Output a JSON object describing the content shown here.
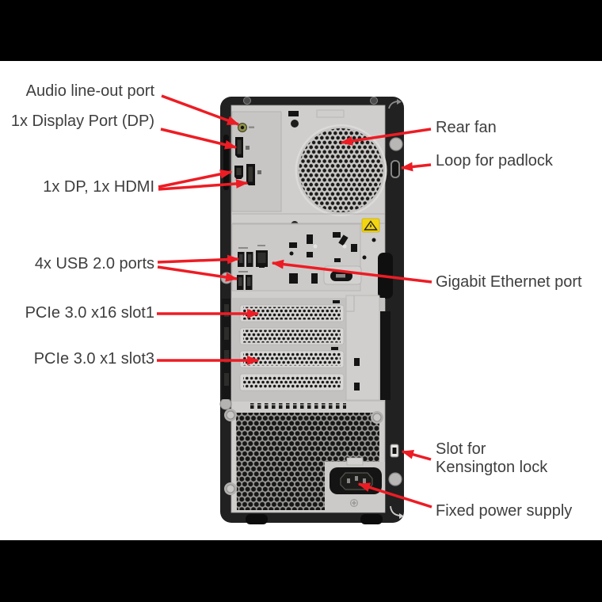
{
  "figure": {
    "description": "Rear view of a tower desktop computer with annotated ports",
    "accent_color": "#ed1c24",
    "warning_color": "#f2d411",
    "case_color": "#212121",
    "panel_color": "#cfcecc"
  },
  "labels": {
    "left": [
      {
        "text": "Audio line-out port"
      },
      {
        "text": "1x Display Port (DP)"
      },
      {
        "text": "1x DP, 1x HDMI"
      },
      {
        "text": "4x USB 2.0 ports"
      },
      {
        "text": "PCIe 3.0 x16 slot1"
      },
      {
        "text": "PCIe 3.0 x1 slot3"
      }
    ],
    "right": [
      {
        "text": "Rear fan"
      },
      {
        "text": "Loop for padlock"
      },
      {
        "text": "Gigabit Ethernet port"
      },
      {
        "line1": "Slot for",
        "line2": "Kensington lock"
      },
      {
        "text": "Fixed power supply"
      }
    ]
  },
  "icons": {
    "audio_jack": "audio-line-out-jack",
    "displayport": "displayport-port",
    "hdmi": "hdmi-port",
    "usb": "usb-2.0-port",
    "ethernet": "gigabit-ethernet-port",
    "fan": "rear-fan-grille",
    "padlock_loop": "padlock-loop",
    "kensington": "kensington-lock-slot",
    "power_inlet": "c14-power-inlet",
    "warning": "warning-triangle"
  }
}
